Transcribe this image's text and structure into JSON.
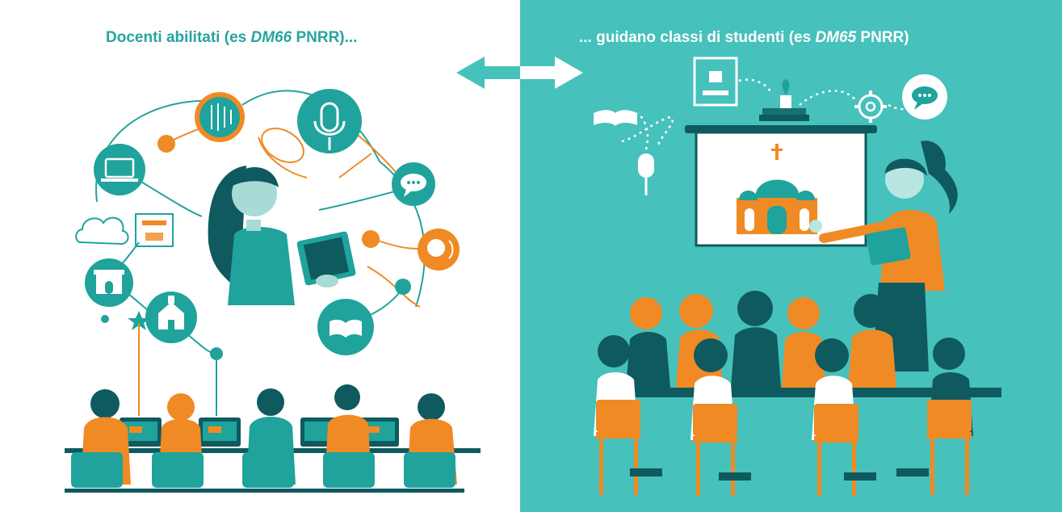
{
  "left": {
    "title_pre": "Docenti abilitati (es ",
    "title_em": "DM66",
    "title_post": " PNRR)..."
  },
  "right": {
    "title_pre": "... guidano classi di studenti (es ",
    "title_em": "DM65",
    "title_post": " PNRR)"
  },
  "colors": {
    "teal": "#1fa39c",
    "dark_teal": "#0e5a5f",
    "orange": "#f08a24",
    "bg_right": "#46c1bb",
    "white": "#ffffff"
  },
  "icons": {
    "left_network": [
      "laptop-icon",
      "cloud-icon",
      "printer-3d-icon",
      "arch-icon",
      "cathedral-icon",
      "circuit-icon",
      "microphone-icon",
      "chat-icon",
      "voice-icon",
      "book-icon"
    ],
    "right_top": [
      "book-icon",
      "microphone-icon",
      "printer-3d-icon",
      "plant-icon",
      "gear-icon",
      "chat-icon"
    ]
  }
}
